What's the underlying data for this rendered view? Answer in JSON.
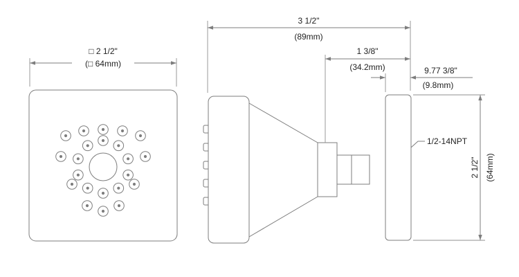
{
  "drawing": {
    "front": {
      "width_in": "□ 2 1/2\"",
      "width_mm": "(□ 64mm)"
    },
    "side": {
      "overall_depth_in": "3 1/2\"",
      "overall_depth_mm": "(89mm)",
      "body_depth_in": "1 3/8\"",
      "body_depth_mm": "(34.2mm)",
      "flange_depth_in": "9.77 3/8\"",
      "flange_depth_mm": "(9.8mm)",
      "thread": "1/2-14NPT",
      "height_in": "2 1/2\"",
      "height_mm": "(64mm)"
    }
  }
}
